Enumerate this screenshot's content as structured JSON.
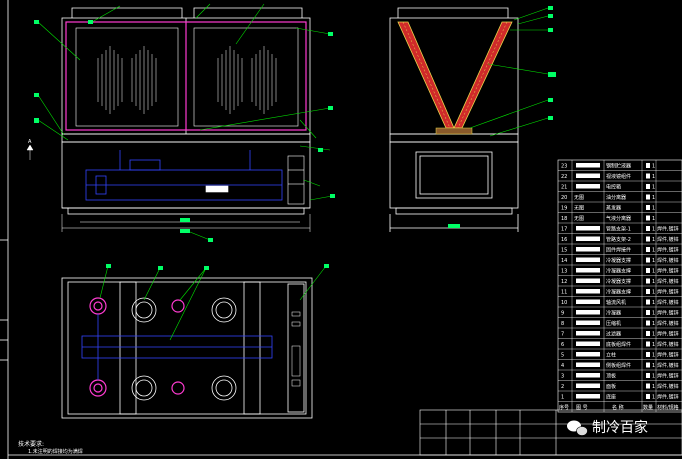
{
  "colors": {
    "background": "#000000",
    "outline": "#ffffff",
    "coil": "#ff3bd1",
    "leader": "#00e000",
    "piping": "#3344ff",
    "tag": "#00ff66",
    "fin_red": "#d02a2a",
    "fin_yellow": "#e8d84a",
    "hatch": "#8a5a2a"
  },
  "drawing": {
    "view_marker": "A",
    "tech_note": "技术要求:",
    "tech_note_line2": "1.未注明的焊接均为满焊",
    "watermark": "制冷百家",
    "watermark_icon": "wechat-icon"
  },
  "parts_table": {
    "headers": [
      "序号",
      "图 号",
      "名 称",
      "数量",
      "材料/规格"
    ],
    "rows": [
      {
        "no": "23",
        "code": "",
        "name": "钢制贮液器",
        "qty": "1",
        "spec": ""
      },
      {
        "no": "22",
        "code": "",
        "name": "视液镜组件",
        "qty": "1",
        "spec": ""
      },
      {
        "no": "21",
        "code": "",
        "name": "电控箱",
        "qty": "1",
        "spec": ""
      },
      {
        "no": "20",
        "code": "无图",
        "name": "油分离器",
        "qty": "1",
        "spec": ""
      },
      {
        "no": "19",
        "code": "无图",
        "name": "蒸发器",
        "qty": "1",
        "spec": ""
      },
      {
        "no": "18",
        "code": "无图",
        "name": "气液分离器",
        "qty": "1",
        "spec": ""
      },
      {
        "no": "17",
        "code": "",
        "name": "管路支架-1",
        "qty": "1",
        "spec": "焊件,镀锌"
      },
      {
        "no": "16",
        "code": "",
        "name": "管路支架-2",
        "qty": "1",
        "spec": "焊件,镀锌"
      },
      {
        "no": "15",
        "code": "",
        "name": "固件焊接件",
        "qty": "1",
        "spec": "焊件,镀锌"
      },
      {
        "no": "14",
        "code": "",
        "name": "冷凝器支撑",
        "qty": "1",
        "spec": "焊件,镀锌"
      },
      {
        "no": "13",
        "code": "",
        "name": "冷凝器支撑",
        "qty": "1",
        "spec": "焊件,镀锌"
      },
      {
        "no": "12",
        "code": "",
        "name": "冷凝器支撑",
        "qty": "1",
        "spec": "焊件,镀锌"
      },
      {
        "no": "11",
        "code": "",
        "name": "冷凝器支撑",
        "qty": "1",
        "spec": "焊件,镀锌"
      },
      {
        "no": "10",
        "code": "",
        "name": "轴流风机",
        "qty": "1",
        "spec": "焊件,镀锌"
      },
      {
        "no": "9",
        "code": "",
        "name": "冷凝器",
        "qty": "1",
        "spec": "焊件,镀锌"
      },
      {
        "no": "8",
        "code": "",
        "name": "压缩机",
        "qty": "1",
        "spec": "焊件,镀锌"
      },
      {
        "no": "7",
        "code": "",
        "name": "过滤器",
        "qty": "1",
        "spec": "焊件,镀锌"
      },
      {
        "no": "6",
        "code": "",
        "name": "底板组焊件",
        "qty": "1",
        "spec": "焊件,镀锌"
      },
      {
        "no": "5",
        "code": "",
        "name": "立柱",
        "qty": "1",
        "spec": "焊件,镀锌"
      },
      {
        "no": "4",
        "code": "",
        "name": "侧板组焊件",
        "qty": "1",
        "spec": "焊件,镀锌"
      },
      {
        "no": "3",
        "code": "",
        "name": "顶板",
        "qty": "1",
        "spec": "焊件,镀锌"
      },
      {
        "no": "2",
        "code": "",
        "name": "面板",
        "qty": "1",
        "spec": "焊件,镀锌"
      },
      {
        "no": "1",
        "code": "",
        "name": "底座",
        "qty": "1",
        "spec": "焊件,镀锌"
      }
    ]
  }
}
